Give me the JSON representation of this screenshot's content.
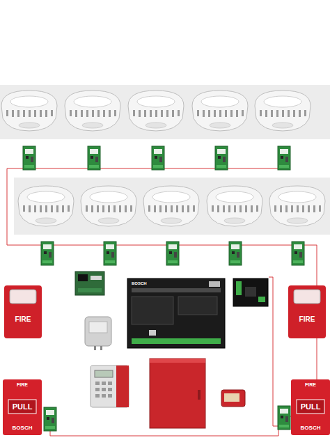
{
  "diagram": {
    "nodes": [
      {
        "text": [
          "FIRE"
        ]
      },
      {
        "text": [
          "BOSCH"
        ]
      },
      {
        "text": [
          "FIRE"
        ]
      },
      {
        "text": [
          "FIRE",
          "PULL",
          "BOSCH"
        ]
      },
      {
        "text": [
          "FIRE",
          "PULL",
          "BOSCH"
        ]
      }
    ]
  }
}
